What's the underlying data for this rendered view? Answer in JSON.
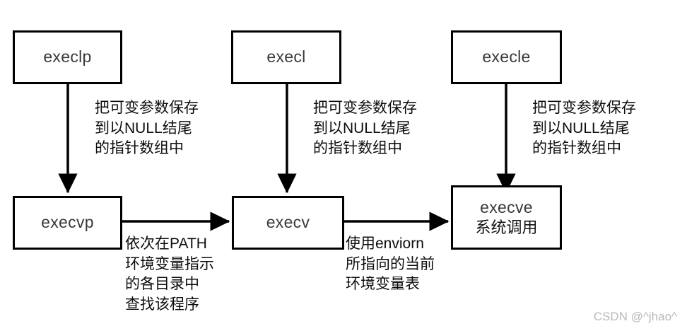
{
  "diagram": {
    "title": "exec family function relationships",
    "background_color": "#ffffff",
    "line_color": "#000000",
    "nodes": [
      {
        "id": "execlp",
        "label": "execlp",
        "sublabel": ""
      },
      {
        "id": "execl",
        "label": "execl",
        "sublabel": ""
      },
      {
        "id": "execle",
        "label": "execle",
        "sublabel": ""
      },
      {
        "id": "execvp",
        "label": "execvp",
        "sublabel": ""
      },
      {
        "id": "execv",
        "label": "execv",
        "sublabel": ""
      },
      {
        "id": "execve",
        "label": "execve",
        "sublabel": "系统调用"
      }
    ],
    "annotations": [
      {
        "id": "execlp-to-execvp",
        "lines": [
          "把可变参数保存",
          "到以NULL结尾",
          "的指针数组中"
        ]
      },
      {
        "id": "execl-to-execv",
        "lines": [
          "把可变参数保存",
          "到以NULL结尾",
          "的指针数组中"
        ]
      },
      {
        "id": "execle-to-execve",
        "lines": [
          "把可变参数保存",
          "到以NULL结尾",
          "的指针数组中"
        ]
      },
      {
        "id": "execvp-to-execv",
        "lines": [
          "依次在PATH",
          "环境变量指示",
          "的各目录中",
          "查找该程序"
        ]
      },
      {
        "id": "execv-to-execve",
        "lines": [
          "使用enviorn",
          "所指向的当前",
          "环境变量表"
        ]
      }
    ],
    "edges": [
      {
        "from": "execlp",
        "to": "execvp",
        "direction": "down"
      },
      {
        "from": "execl",
        "to": "execv",
        "direction": "down"
      },
      {
        "from": "execle",
        "to": "execve",
        "direction": "down"
      },
      {
        "from": "execvp",
        "to": "execv",
        "direction": "right"
      },
      {
        "from": "execv",
        "to": "execve",
        "direction": "right"
      }
    ]
  },
  "watermark": {
    "text": "CSDN @^jhao^"
  }
}
